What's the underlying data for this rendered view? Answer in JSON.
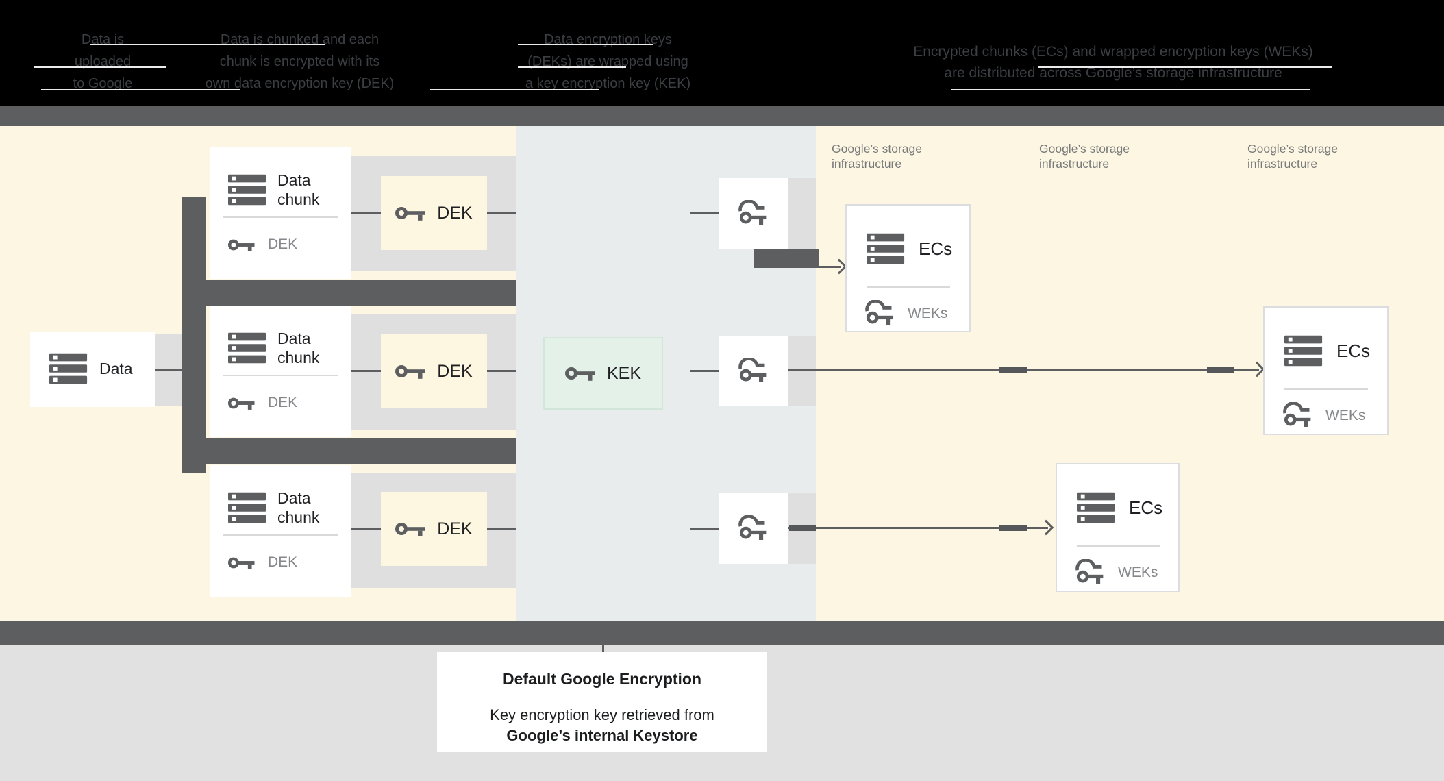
{
  "header": {
    "steps": [
      {
        "lines": [
          "Data is",
          "uploaded",
          "to Google"
        ]
      },
      {
        "lines": [
          "Data is chunked and each",
          "chunk is encrypted with its",
          "own data encryption key (DEK)"
        ]
      },
      {
        "lines": [
          "Data encryption keys",
          "(DEKs) are wrapped using",
          "a key encryption key (KEK)"
        ]
      },
      {
        "lines": [
          "Encrypted chunks (ECs) and wrapped encryption keys (WEKs)",
          "are distributed across Google’s storage infrastructure"
        ]
      }
    ]
  },
  "diagram": {
    "data_box": {
      "label": "Data"
    },
    "chunk_cards": [
      {
        "title_line1": "Data",
        "title_line2": "chunk",
        "key_label": "DEK"
      },
      {
        "title_line1": "Data",
        "title_line2": "chunk",
        "key_label": "DEK"
      },
      {
        "title_line1": "Data",
        "title_line2": "chunk",
        "key_label": "DEK"
      }
    ],
    "dek_boxes": [
      {
        "label": "DEK"
      },
      {
        "label": "DEK"
      },
      {
        "label": "DEK"
      }
    ],
    "kek_box": {
      "label": "KEK"
    },
    "storage_labels": [
      {
        "line1": "Google’s storage",
        "line2": "infrastructure"
      },
      {
        "line1": "Google’s storage",
        "line2": "infrastructure"
      },
      {
        "line1": "Google’s storage",
        "line2": "infrastructure"
      }
    ],
    "ec_cards": [
      {
        "title": "ECs",
        "key_label": "WEKs"
      },
      {
        "title": "ECs",
        "key_label": "WEKs"
      },
      {
        "title": "ECs",
        "key_label": "WEKs"
      }
    ]
  },
  "caption": {
    "title": "Default Google Encryption",
    "line1": "Key encryption key retrieved from",
    "line2": "Google’s internal Keystore"
  },
  "colors": {
    "header_bg": "#000000",
    "divider_dark_gray": "#5c5e60",
    "zone_yellow": "#fcf6e2",
    "zone_blue_gray": "#e9eced",
    "backing_gray": "#dfdfdf",
    "dek_cream": "#fdf6e0",
    "kek_green": "#e4f1e8",
    "footer_gray": "#e1e1e1",
    "icon_gray": "#5c5e60",
    "secondary_text_gray": "#85878a"
  }
}
